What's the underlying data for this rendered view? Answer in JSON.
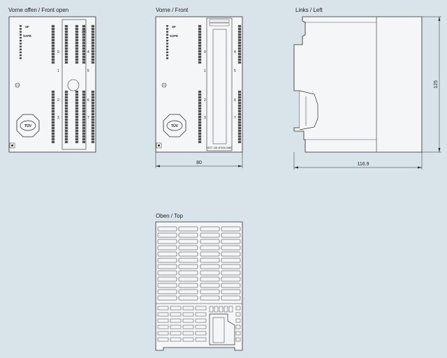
{
  "views": {
    "front_open": {
      "title": "Vorne offen / Front open"
    },
    "front": {
      "title": "Vorne / Front"
    },
    "left": {
      "title": "Links / Left"
    },
    "top": {
      "title": "Oben / Top"
    }
  },
  "labels": {
    "sf": "SF",
    "safe": "SAFE",
    "tuv": "TÜV",
    "connector_x1": "X1",
    "channels_left": [
      "0",
      "1",
      "2",
      "3"
    ],
    "channels_right": [
      "4",
      "5",
      "6",
      "7"
    ],
    "order_number": "6ES7 138-4FA05-0AB0"
  },
  "dimensions": {
    "front_width": "80",
    "depth": "116.9",
    "height": "125"
  },
  "colors": {
    "background": "#d9e3ea",
    "line": "#2a2a2a",
    "module_fill": "#f4f6f7"
  }
}
